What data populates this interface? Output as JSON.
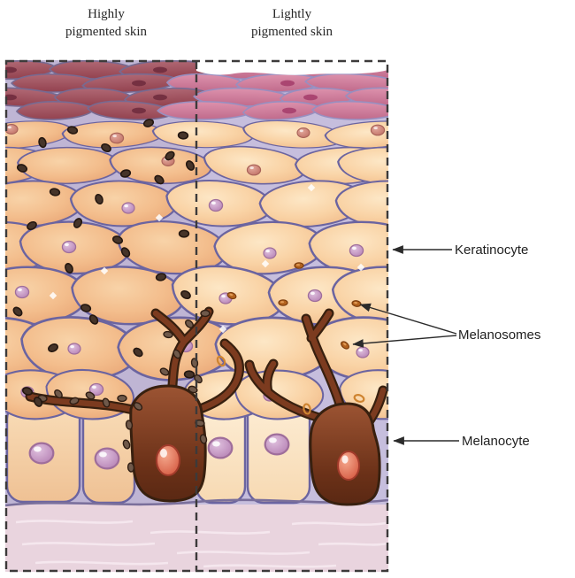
{
  "figure": {
    "panel_left_title": "Highly pigmented skin",
    "panel_right_title": "Lightly pigmented skin",
    "labels": {
      "keratinocyte": "Keratinocyte",
      "melanosomes": "Melanosomes",
      "melanocyte": "Melanocyte"
    },
    "colors": {
      "background": "#ffffff",
      "title_text": "#272727",
      "label_text": "#1f1f1f",
      "border_dash": "#3c3a3a",
      "epidermis_gap": "#c6bedd",
      "cell_outline": "#6b64a0",
      "corneum_left": "#a2525f",
      "corneum_right": "#d2809d",
      "keratinocyte_left": "#f3bd8c",
      "keratinocyte_right": "#f9d2a4",
      "nucleus_violet": "#c18cc0",
      "nucleus_coral": "#c97a70",
      "melanosome_dark": "#463429",
      "melanosome_orange": "#b3631f",
      "melanocyte_body": "#7c3b1f",
      "melanocyte_outline": "#38200f",
      "melanocyte_nucleus": "#d4583f",
      "dermis": "#e9d4de",
      "dermis_fiber": "#f6e9ef"
    }
  }
}
